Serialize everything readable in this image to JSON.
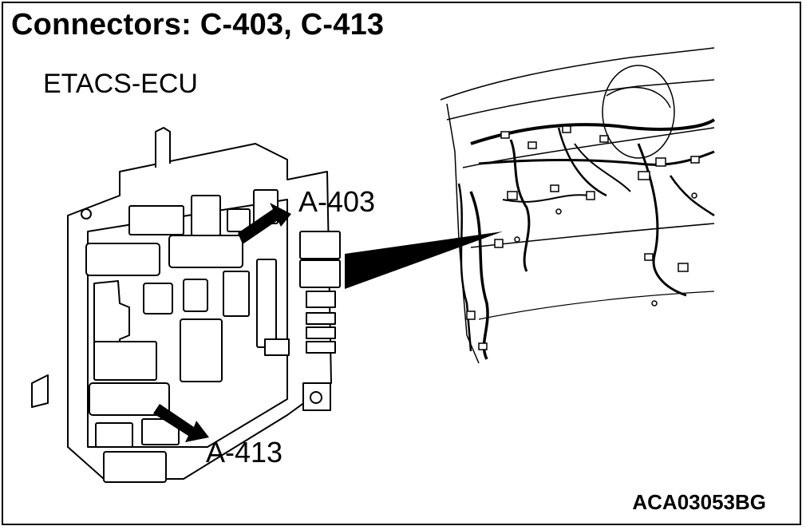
{
  "title": "Connectors: C-403, C-413",
  "component": "ETACS-ECU",
  "callouts": {
    "a403": "A-403",
    "a413": "A-413"
  },
  "figure_id": "ACA03053BG"
}
